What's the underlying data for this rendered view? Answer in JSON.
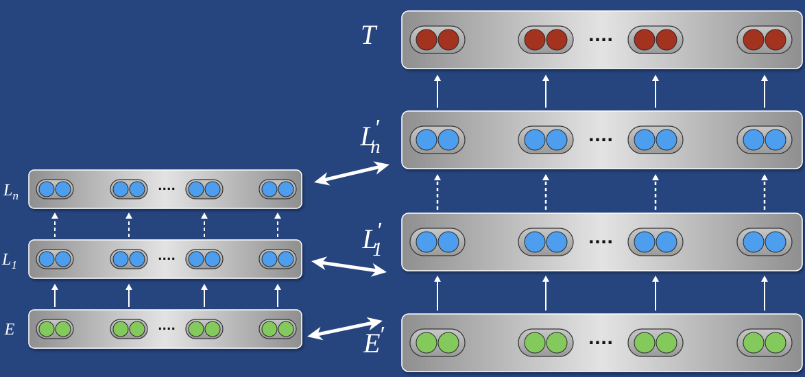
{
  "left_stack": {
    "layers": [
      {
        "base": "L",
        "sub": "n",
        "prime": "",
        "color": "#4d9eee"
      },
      {
        "base": "L",
        "sub": "1",
        "prime": "",
        "color": "#4d9eee"
      },
      {
        "base": "E",
        "sub": "",
        "prime": "",
        "color": "#83c95c"
      }
    ]
  },
  "right_stack": {
    "layers": [
      {
        "base": "T",
        "sub": "",
        "prime": "",
        "color": "#a3321f"
      },
      {
        "base": "L",
        "sub": "n",
        "prime": "′",
        "color": "#4d9eee"
      },
      {
        "base": "L",
        "sub": "1",
        "prime": "′",
        "color": "#4d9eee"
      },
      {
        "base": "E",
        "sub": "",
        "prime": "′",
        "color": "#83c95c"
      }
    ]
  },
  "ellipsis": "····",
  "colors": {
    "background": "#26457f",
    "token_blue": "#4d9eee",
    "token_green": "#83c95c",
    "token_red": "#a3321f",
    "arrow": "#ffffff"
  }
}
